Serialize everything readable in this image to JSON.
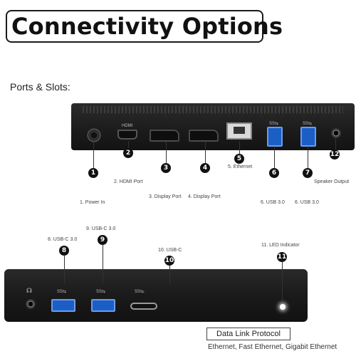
{
  "title": "Connectivity Options",
  "subtitle": "Ports & Slots:",
  "ports": {
    "p1": {
      "num": "1",
      "label": "1. Power In"
    },
    "p2": {
      "num": "2",
      "label": "2. HDMI Port"
    },
    "p3": {
      "num": "3",
      "label": "3. Display Port"
    },
    "p4": {
      "num": "4",
      "label": "4. Display Port"
    },
    "p5": {
      "num": "5",
      "label": "5. Ethernet"
    },
    "p6": {
      "num": "6",
      "label": "6. USB 3.0"
    },
    "p7": {
      "num": "7",
      "label": "6. USB 3.0"
    },
    "p8": {
      "num": "8",
      "label": "8. USB-C 3.0"
    },
    "p9": {
      "num": "9",
      "label": "9. USB-C 3.0"
    },
    "p10": {
      "num": "10",
      "label": "10. USB-C"
    },
    "p11": {
      "num": "11",
      "label": "11. LED Indicator"
    },
    "p12": {
      "num": "12",
      "label": "Speaker Output"
    }
  },
  "protocol": {
    "heading": "Data Link Protocol",
    "text": "Ethernet, Fast Ethernet, Gigabit Ethernet"
  },
  "port_marks": {
    "hdmi": "HDMI",
    "usb_ss": "SS⇆",
    "usbc_ss": "SS⇆·"
  },
  "colors": {
    "usb_blue": "#1b5fc6",
    "dock": "#1b1b1b"
  }
}
